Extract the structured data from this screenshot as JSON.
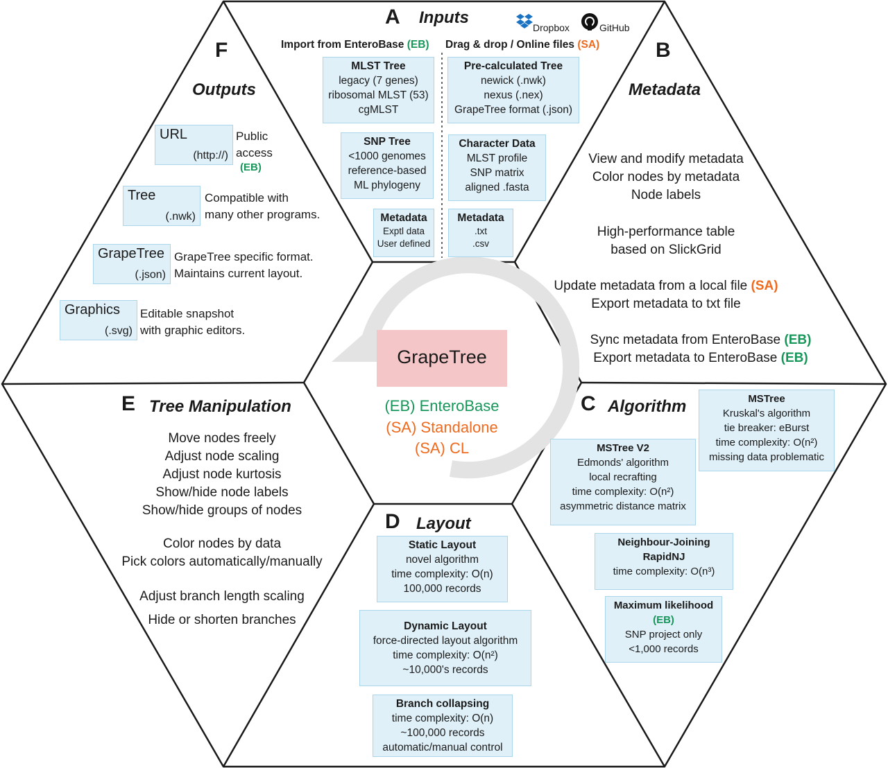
{
  "colors": {
    "enterobase": "#17965a",
    "standalone": "#ee6a1e",
    "box_fill": "#dff0f8",
    "center_fill": "#f5c6c8",
    "arrow": "#e3e3e3"
  },
  "center": {
    "title": "GrapeTree",
    "eb": "(EB) EnteroBase",
    "sa": "(SA) Standalone",
    "cl": "(SA) CL"
  },
  "A": {
    "letter": "A",
    "title": "Inputs",
    "dropbox": "Dropbox",
    "github": "GitHub",
    "left_header": "Import from EnteroBase",
    "left_tag": "(EB)",
    "right_header": "Drag & drop / Online files",
    "right_tag": "(SA)",
    "mlst": {
      "title": "MLST Tree",
      "l1": "legacy (7 genes)",
      "l2": "ribosomal MLST (53)",
      "l3": "cgMLST"
    },
    "snp": {
      "title": "SNP Tree",
      "l1": "<1000 genomes",
      "l2": "reference-based",
      "l3": "ML phylogeny"
    },
    "meta_l": {
      "title": "Metadata",
      "l1": "Exptl data",
      "l2": "User defined"
    },
    "precalc": {
      "title": "Pre-calculated Tree",
      "l1": "newick (.nwk)",
      "l2": "nexus (.nex)",
      "l3": "GrapeTree format (.json)"
    },
    "char": {
      "title": "Character Data",
      "l1": "MLST profile",
      "l2": "SNP matrix",
      "l3": "aligned .fasta"
    },
    "meta_r": {
      "title": "Metadata",
      "l1": ".txt",
      "l2": ".csv"
    }
  },
  "B": {
    "letter": "B",
    "title": "Metadata",
    "l1": "View and modify metadata",
    "l2": "Color nodes by metadata",
    "l3": "Node labels",
    "l4": "High-performance table",
    "l5": "based on SlickGrid",
    "l6": "Update metadata from a local file",
    "l6_tag": "(SA)",
    "l7": "Export metadata to txt file",
    "l8": "Sync metadata from EnteroBase",
    "l8_tag": "(EB)",
    "l9": "Export metadata to EnteroBase",
    "l9_tag": "(EB)"
  },
  "C": {
    "letter": "C",
    "title": "Algorithm",
    "mstree": {
      "title": "MSTree",
      "l1": "Kruskal's algorithm",
      "l2": "tie breaker: eBurst",
      "l3": "time complexity: O(n²)",
      "l4": "missing data problematic"
    },
    "mstree2": {
      "title": "MSTree V2",
      "l1": "Edmonds' algorithm",
      "l2": "local recrafting",
      "l3": "time complexity: O(n²)",
      "l4": "asymmetric distance matrix"
    },
    "nj": {
      "title1": "Neighbour-Joining",
      "title2": "RapidNJ",
      "l1": "time complexity: O(n³)"
    },
    "ml": {
      "title": "Maximum likelihood",
      "tag": "(EB)",
      "l1": "SNP project only",
      "l2": "<1,000 records"
    }
  },
  "D": {
    "letter": "D",
    "title": "Layout",
    "static": {
      "title": "Static Layout",
      "l1": "novel algorithm",
      "l2": "time complexity: O(n)",
      "l3": "100,000 records"
    },
    "dynamic": {
      "title": "Dynamic Layout",
      "l1": "force-directed layout algorithm",
      "l2": "time complexity: O(n²)",
      "l3": "~10,000's records"
    },
    "branch": {
      "title": "Branch collapsing",
      "l1": "time complexity: O(n)",
      "l2": "~100,000 records",
      "l3": "automatic/manual control"
    }
  },
  "E": {
    "letter": "E",
    "title": "Tree Manipulation",
    "l1": "Move nodes freely",
    "l2": "Adjust node scaling",
    "l3": "Adjust node kurtosis",
    "l4": "Show/hide node labels",
    "l5": "Show/hide groups of nodes",
    "l6": "Color nodes by data",
    "l7": "Pick colors automatically/manually",
    "l8": "Adjust branch length scaling",
    "l9": "Hide or shorten branches"
  },
  "F": {
    "letter": "F",
    "title": "Outputs",
    "url": {
      "top": "URL",
      "bot": "(http://)",
      "d1": "Public",
      "d2": "access",
      "tag": "(EB)"
    },
    "tree": {
      "top": "Tree",
      "bot": "(.nwk)",
      "d1": "Compatible with",
      "d2": "many other programs."
    },
    "grape": {
      "top": "GrapeTree",
      "bot": "(.json)",
      "d1": "GrapeTree specific format.",
      "d2": "Maintains current layout."
    },
    "graphics": {
      "top": "Graphics",
      "bot": "(.svg)",
      "d1": "Editable snapshot",
      "d2": "with graphic editors."
    }
  }
}
